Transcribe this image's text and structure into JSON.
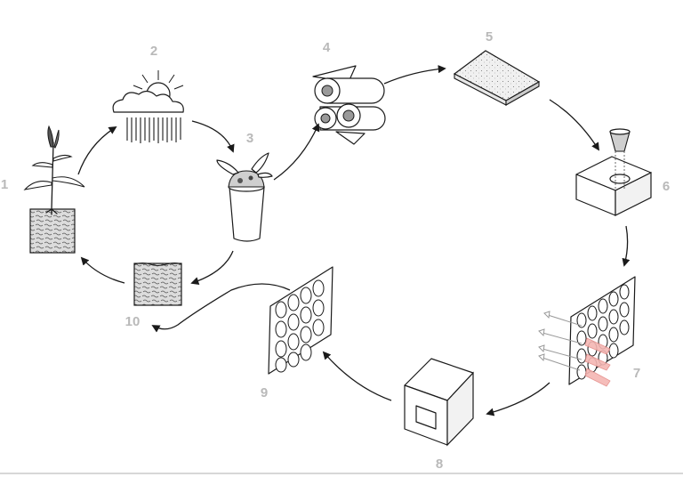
{
  "diagram": {
    "steps": [
      {
        "label": "1",
        "icon": "plant-in-soil-icon"
      },
      {
        "label": "2",
        "icon": "sun-rain-cloud-icon"
      },
      {
        "label": "3",
        "icon": "compost-bucket-icon"
      },
      {
        "label": "4",
        "icon": "rolls-icon"
      },
      {
        "label": "5",
        "icon": "textured-sheet-icon"
      },
      {
        "label": "6",
        "icon": "mold-box-icon"
      },
      {
        "label": "7",
        "icon": "perforated-panel-arrows-icon"
      },
      {
        "label": "8",
        "icon": "cube-icon"
      },
      {
        "label": "9",
        "icon": "perforated-panel-icon"
      },
      {
        "label": "10",
        "icon": "soil-block-icon"
      }
    ],
    "colors": {
      "label": "#b9b9b9",
      "ink": "#1a1a1a",
      "highlight": "#f4b6b3"
    }
  }
}
